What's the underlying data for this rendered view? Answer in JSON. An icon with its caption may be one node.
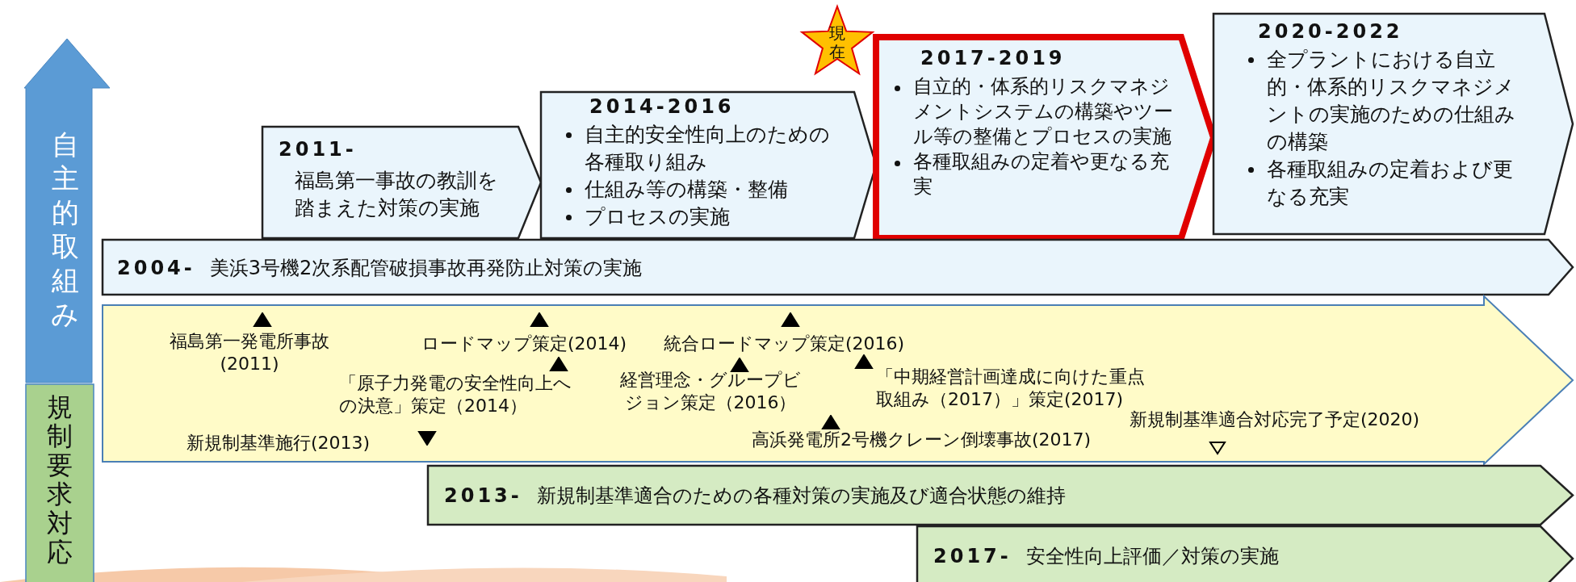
{
  "diagram": {
    "nodes": [
      {
        "text": [
          "自主的取組み"
        ]
      },
      {
        "text": [
          "規制要求対応"
        ]
      },
      {
        "text": [
          "2011-",
          "福島第一事故の教訓を踏まえた対策の実施"
        ]
      },
      {
        "text": [
          "2014-2016",
          "自主的安全性向上のための各種取り組み",
          "仕組み等の構築・整備",
          "プロセスの実施"
        ]
      },
      {
        "text": [
          "現在"
        ]
      },
      {
        "text": [
          "2017-2019",
          "自立的・体系的リスクマネジメントシステムの構築やツール等の整備とプロセスの実施",
          "各種取組みの定着や更なる充実"
        ]
      },
      {
        "text": [
          "2020-2022",
          "全プラントにおける自立的・体系的リスクマネジメントの実施のための仕組みの構築",
          "各種取組みの定着および更なる充実"
        ]
      },
      {
        "text": [
          "2004-",
          "美浜3号機2次系配管破損事故再発防止対策の実施"
        ]
      },
      {
        "text": [
          "福島第一発電所事故(2011)",
          "ロードマップ策定(2014)",
          "「原子力発電の安全性向上への決意」策定（2014）",
          "新規制基準施行(2013)",
          "統合ロードマップ策定(2016)",
          "経営理念・グループビジョン策定（2016）",
          "「中期経営計画達成に向けた重点取組み（2017）」策定(2017)",
          "高浜発電所2号機クレーン倒壊事故(2017)",
          "新規制基準適合対応完了予定(2020)"
        ]
      },
      {
        "text": [
          "2013-",
          "新規制基準適合のための各種対策の実施及び適合状態の維持"
        ]
      },
      {
        "text": [
          "2017-",
          "安全性向上評価／対策の実施"
        ]
      }
    ]
  }
}
